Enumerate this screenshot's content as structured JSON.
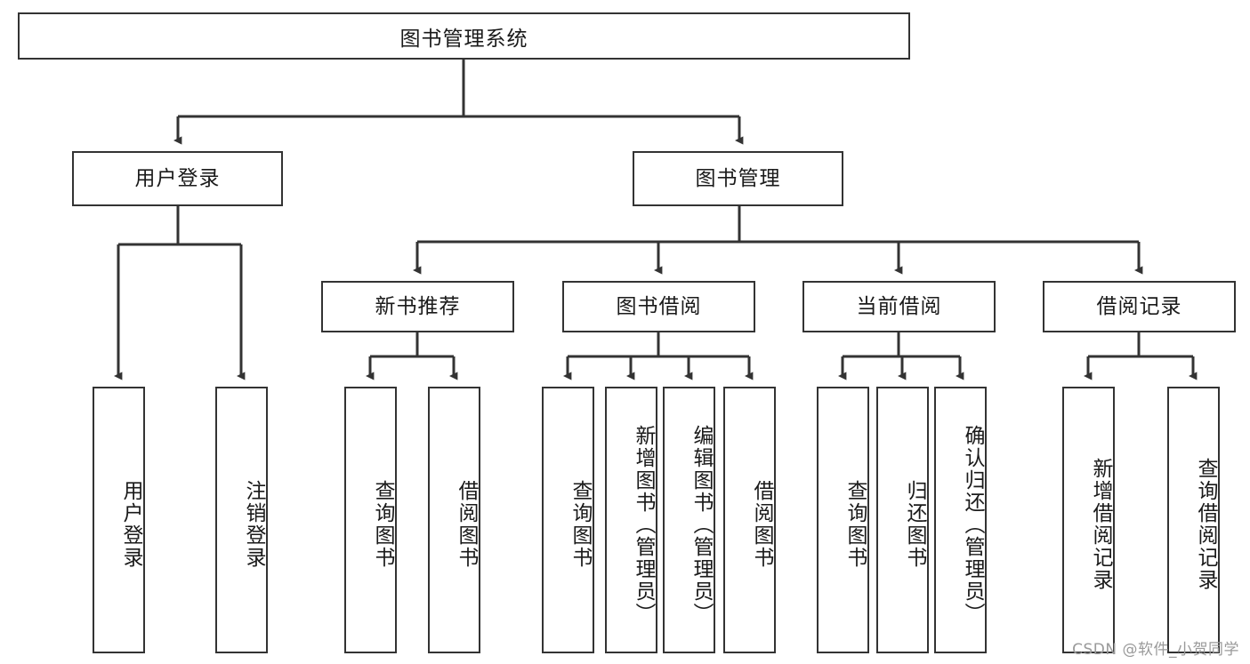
{
  "diagram": {
    "title": "图书管理系统",
    "type": "tree",
    "orientation": "top-down",
    "colors": {
      "node_border": "#333333",
      "node_fill": "#ffffff",
      "edge": "#333333",
      "text": "#1a1a1a",
      "watermark": "#9a9a9a"
    },
    "root": {
      "id": "root",
      "label": "图书管理系统",
      "level": 0
    },
    "level1": [
      {
        "id": "user-login",
        "label": "用户登录",
        "level": 1
      },
      {
        "id": "book-manage",
        "label": "图书管理",
        "level": 1
      }
    ],
    "level2": [
      {
        "id": "new-book-rec",
        "label": "新书推荐",
        "level": 2,
        "parent": "book-manage"
      },
      {
        "id": "book-borrow",
        "label": "图书借阅",
        "level": 2,
        "parent": "book-manage"
      },
      {
        "id": "current-borrow",
        "label": "当前借阅",
        "level": 2,
        "parent": "book-manage"
      },
      {
        "id": "borrow-record",
        "label": "借阅记录",
        "level": 2,
        "parent": "book-manage"
      }
    ],
    "leaves": [
      {
        "id": "leaf-user-login",
        "label": "用户登录",
        "parent": "user-login"
      },
      {
        "id": "leaf-logout",
        "label": "注销登录",
        "parent": "user-login"
      },
      {
        "id": "leaf-query-book-1",
        "label": "查询图书",
        "parent": "new-book-rec"
      },
      {
        "id": "leaf-borrow-book-1",
        "label": "借阅图书",
        "parent": "new-book-rec"
      },
      {
        "id": "leaf-query-book-2",
        "label": "查询图书",
        "parent": "book-borrow"
      },
      {
        "id": "leaf-add-book",
        "label": "新增图书（管理员）",
        "parent": "book-borrow"
      },
      {
        "id": "leaf-edit-book",
        "label": "编辑图书（管理员）",
        "parent": "book-borrow"
      },
      {
        "id": "leaf-borrow-book-2",
        "label": "借阅图书",
        "parent": "book-borrow"
      },
      {
        "id": "leaf-query-book-3",
        "label": "查询图书",
        "parent": "current-borrow"
      },
      {
        "id": "leaf-return-book",
        "label": "归还图书",
        "parent": "current-borrow"
      },
      {
        "id": "leaf-confirm-return",
        "label": "确认归还（管理员）",
        "parent": "current-borrow"
      },
      {
        "id": "leaf-add-record",
        "label": "新增借阅记录",
        "parent": "borrow-record"
      },
      {
        "id": "leaf-query-record",
        "label": "查询借阅记录",
        "parent": "borrow-record"
      }
    ]
  },
  "watermark": {
    "text": "CSDN @软件_小贺同学"
  }
}
